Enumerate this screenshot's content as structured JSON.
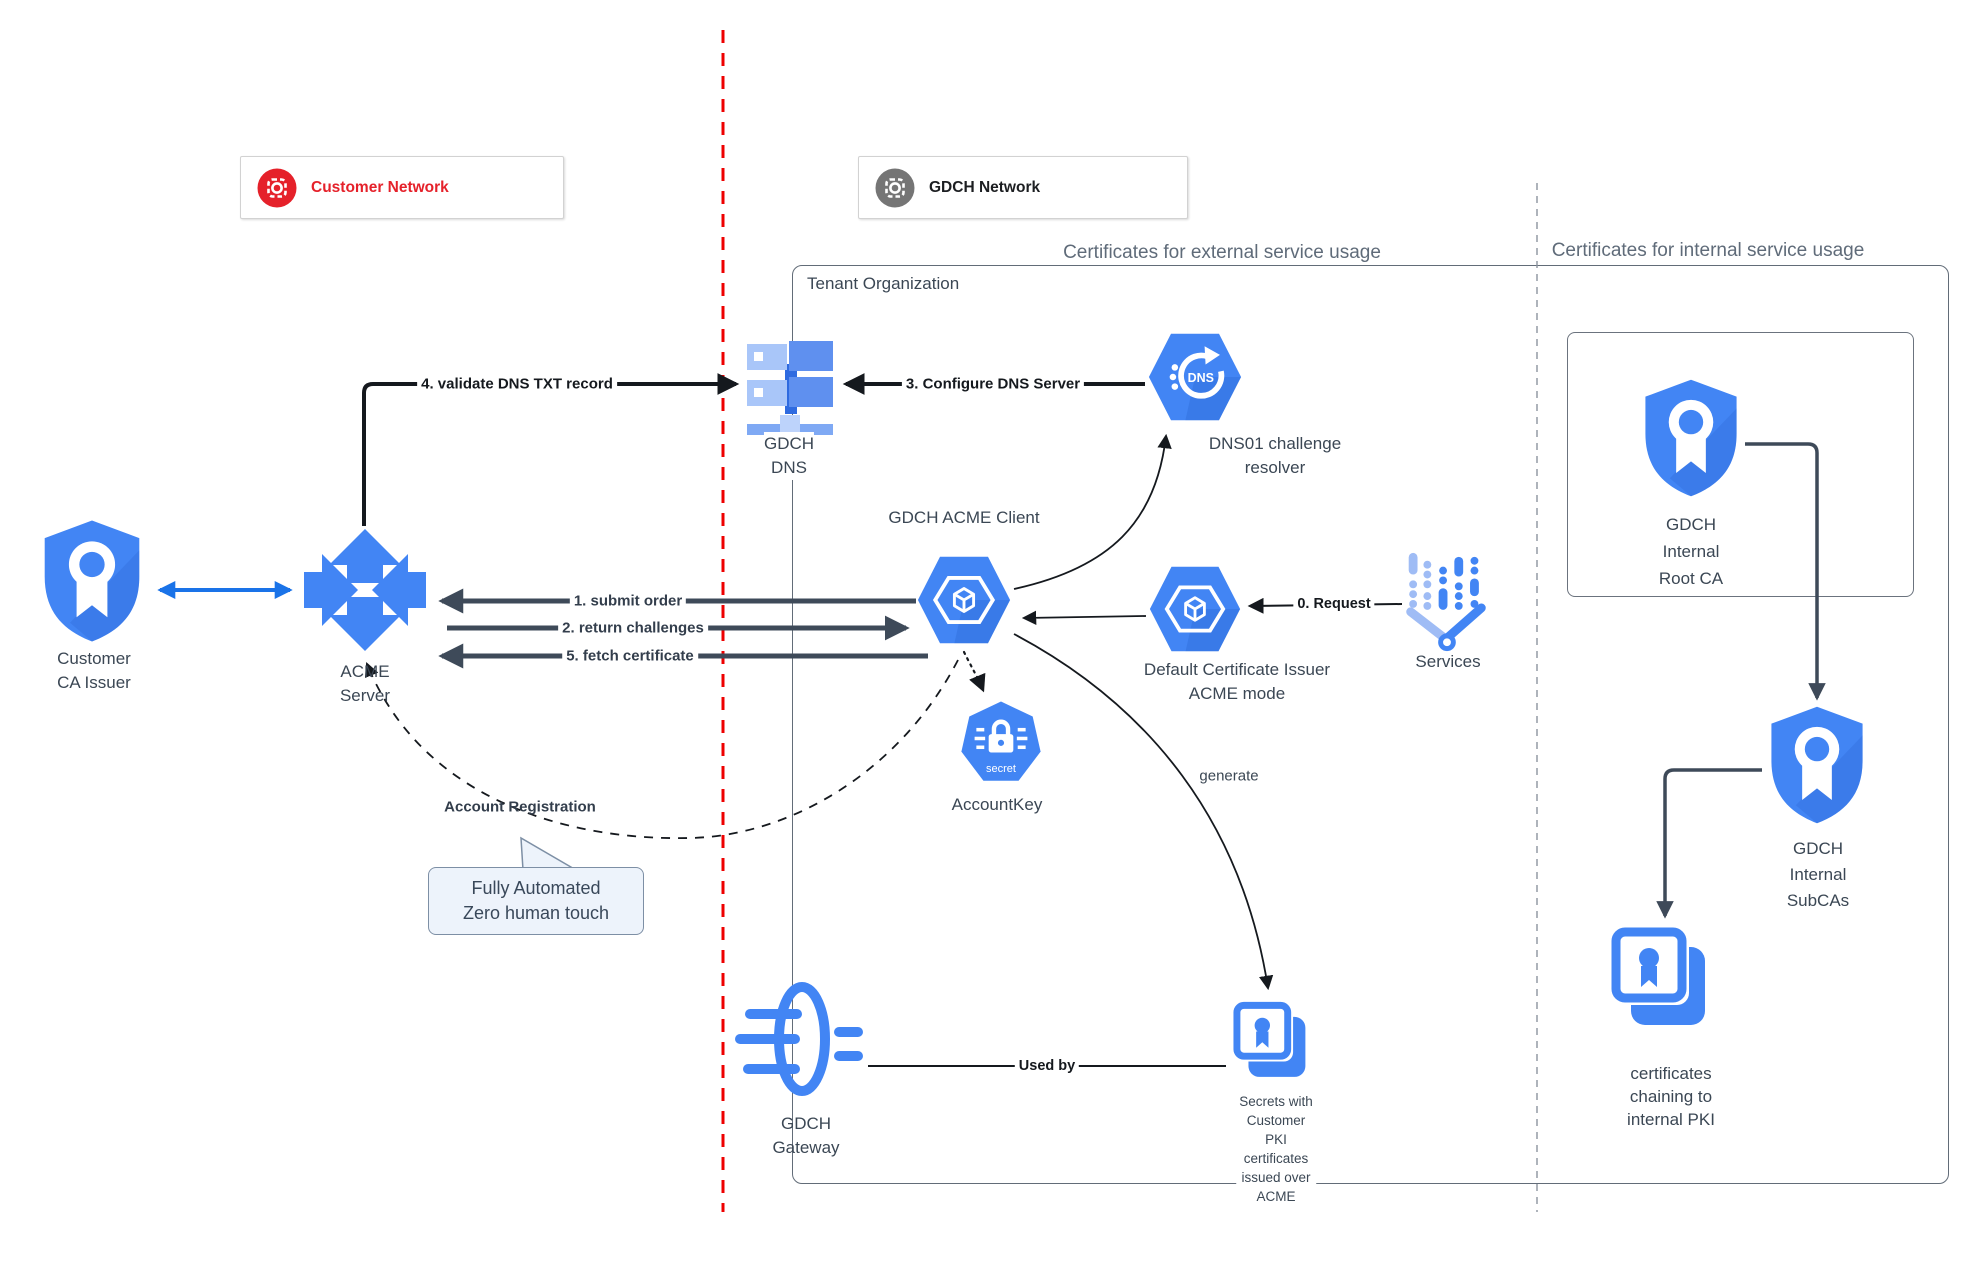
{
  "legend": {
    "customer_network": {
      "label": "Customer Network"
    },
    "gdch_network": {
      "label": "GDCH Network"
    }
  },
  "sections": {
    "external_header": "Certificates for external service usage",
    "internal_header": "Certificates for internal service usage",
    "tenant_org": "Tenant Organization"
  },
  "nodes": {
    "customer_ca_issuer": "Customer\nCA Issuer",
    "acme_server": "ACME\nServer",
    "gdch_dns": "GDCH\nDNS",
    "dns01_resolver": "DNS01 challenge\nresolver",
    "gdch_acme_client": "GDCH ACME Client",
    "default_issuer": "Default Certificate Issuer\nACME mode",
    "services": "Services",
    "account_key": "AccountKey",
    "secret_badge": "secret",
    "dns_badge": "DNS",
    "gdch_gateway": "GDCH\nGateway",
    "secrets_cert": "Secrets with\nCustomer\nPKI\ncertificates\nissued over\nACME",
    "internal_root_ca": "GDCH\nInternal\nRoot CA",
    "internal_subcas": "GDCH\nInternal\nSubCAs",
    "chain_certs": "certificates\nchaining to\ninternal PKI"
  },
  "edges": {
    "request": "0. Request",
    "submit_order": "1. submit order",
    "return_challenges": "2. return challenges",
    "configure_dns": "3. Configure DNS Server",
    "validate_dns": "4. validate DNS TXT record",
    "fetch_certificate": "5. fetch certificate",
    "used_by": "Used by",
    "generate": "generate",
    "account_registration": "Account Registration"
  },
  "callout": "Fully Automated\nZero human touch",
  "colors": {
    "icon_blue": "#4285F4",
    "icon_light_blue": "#A9C6F9",
    "customer_red": "#E5212A",
    "gdch_gray": "#757575",
    "arrow_dark": "#3E4A59",
    "boundary_red": "#EE0000",
    "link_blue": "#1A73E8"
  }
}
